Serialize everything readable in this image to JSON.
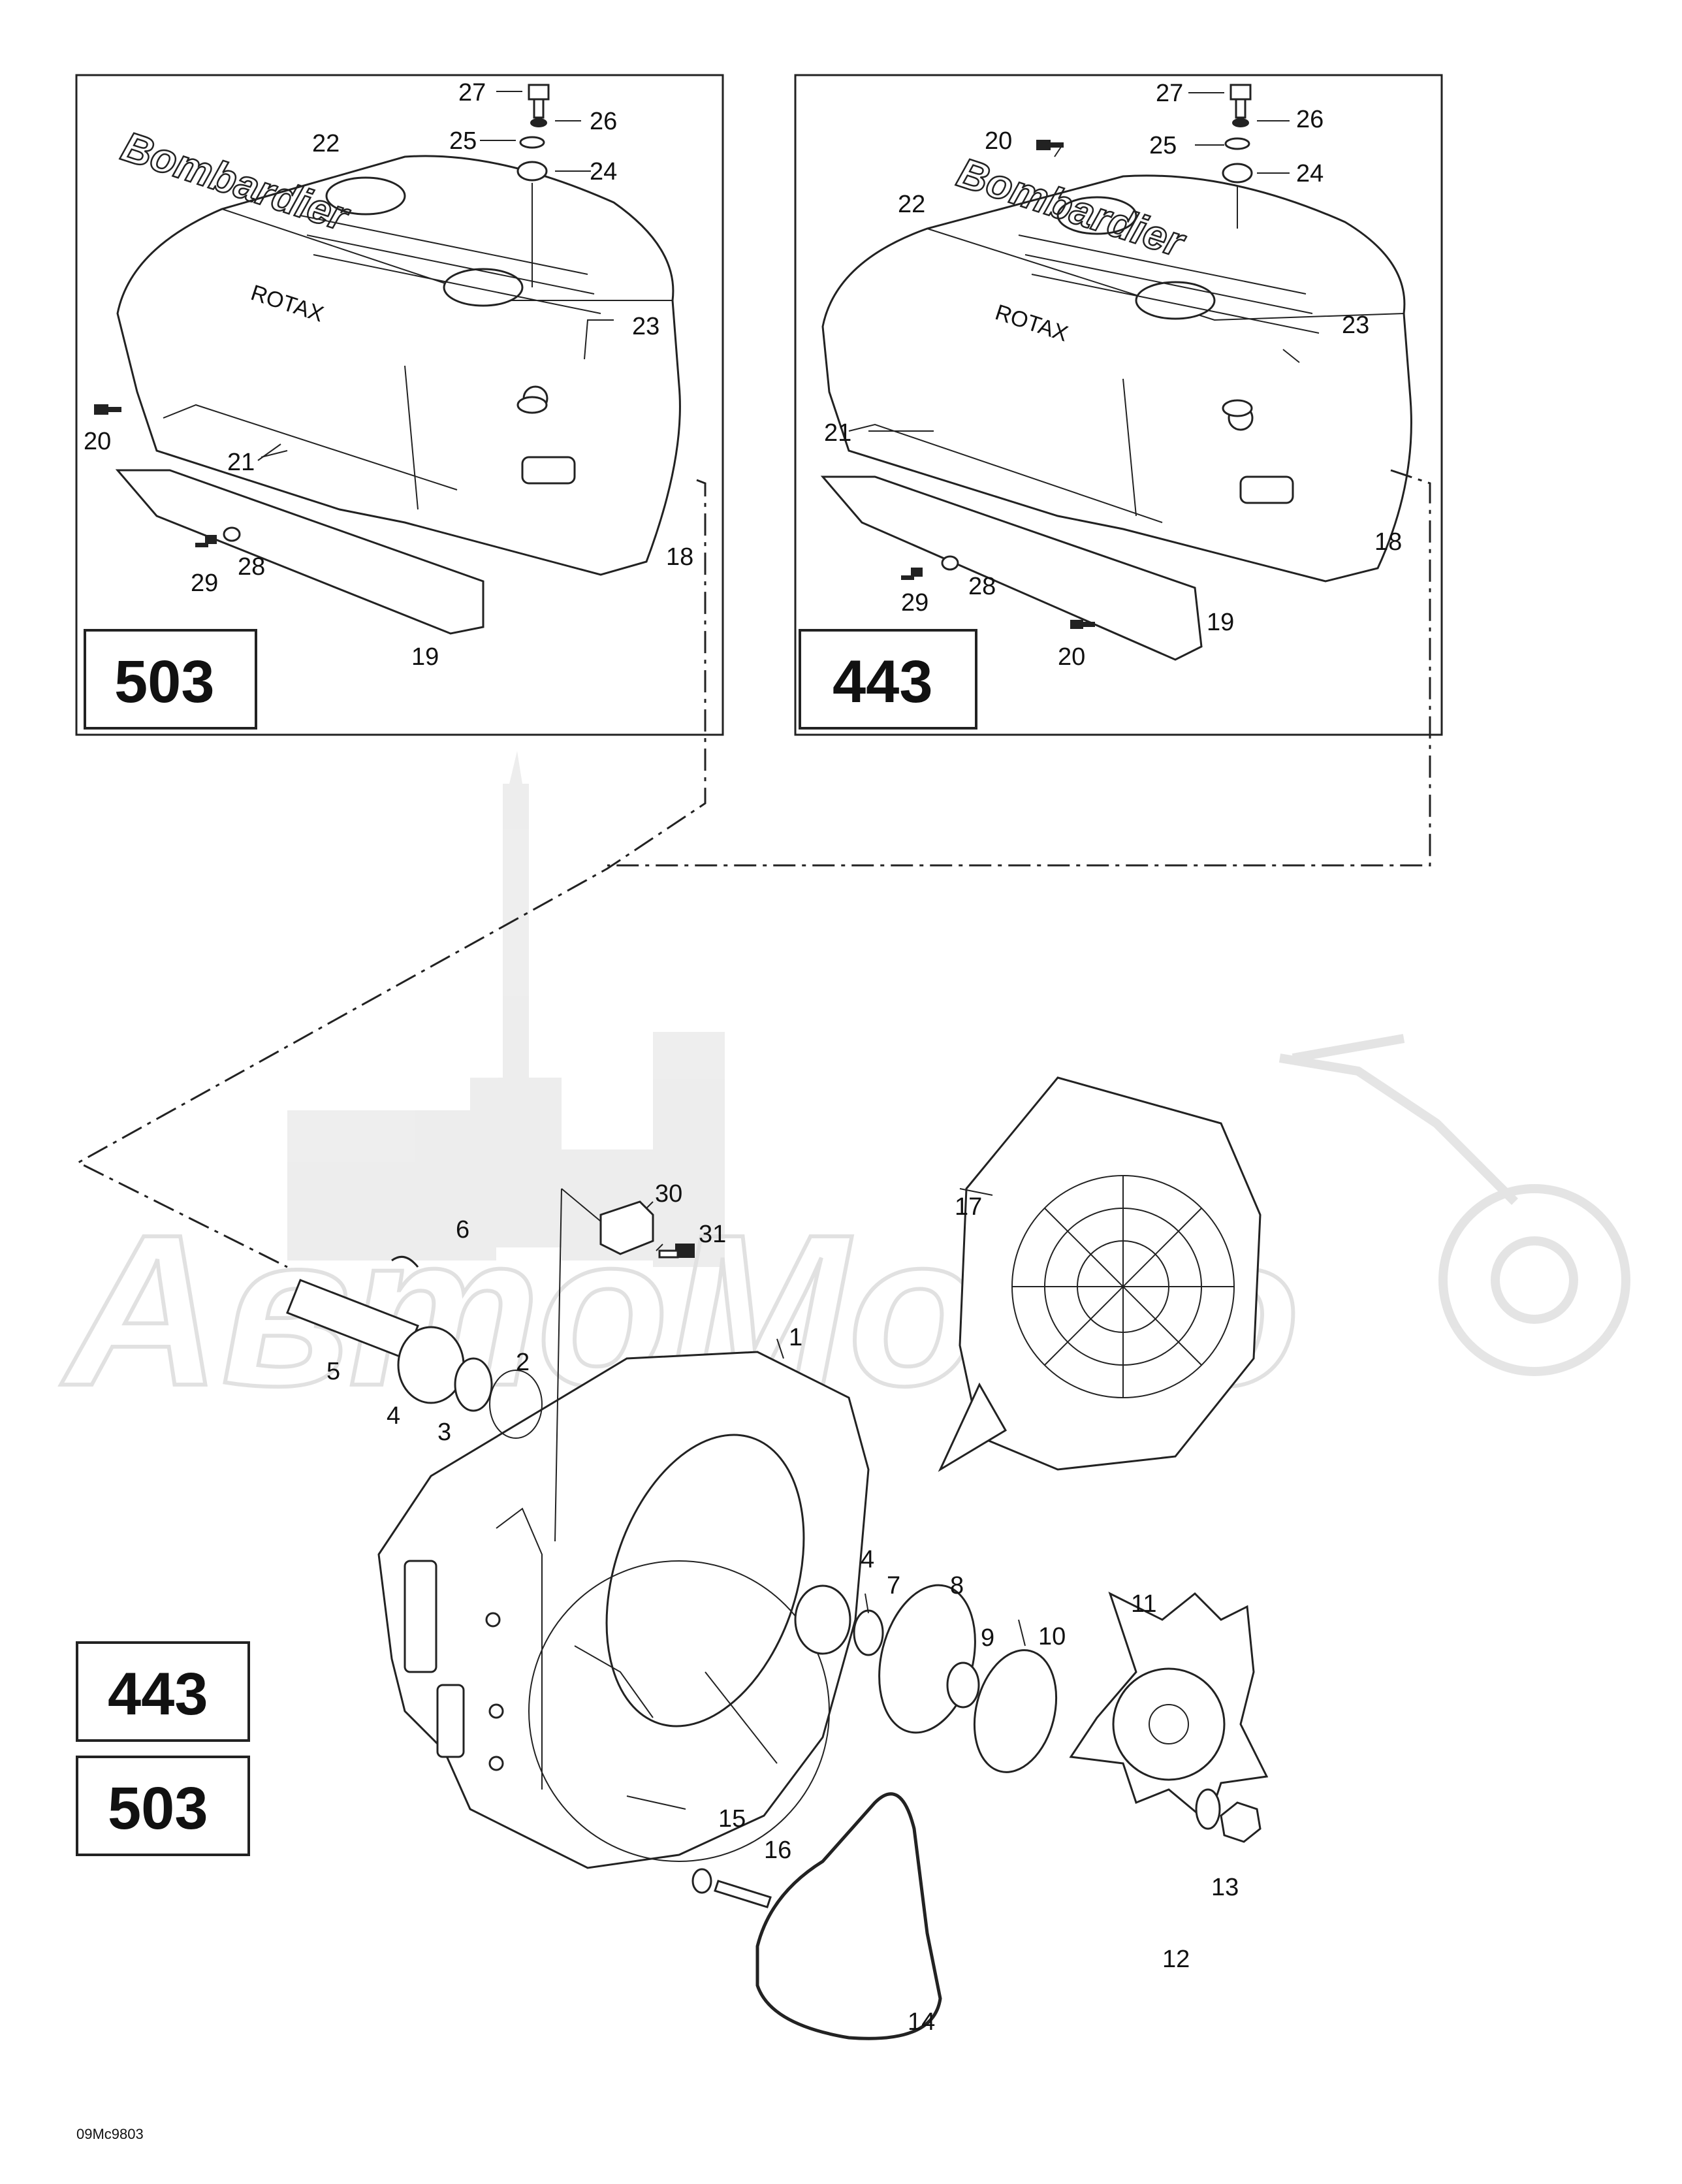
{
  "diagram": {
    "panels": [
      {
        "id": "top-left",
        "model": "503"
      },
      {
        "id": "top-right",
        "model": "443"
      }
    ],
    "bottom_models": [
      "443",
      "503"
    ],
    "brand_text": "Bombardier",
    "sub_brand_text": "ROTAX",
    "watermark_text": "АвтоМото",
    "drawing_code": "09Mc9803",
    "callouts_top_left": [
      "27",
      "26",
      "25",
      "24",
      "22",
      "23",
      "20",
      "21",
      "29",
      "28",
      "18",
      "19"
    ],
    "callouts_top_right": [
      "27",
      "26",
      "20",
      "25",
      "24",
      "22",
      "23",
      "21",
      "18",
      "29",
      "28",
      "19",
      "20"
    ],
    "callouts_bottom": [
      "30",
      "31",
      "6",
      "17",
      "1",
      "2",
      "5",
      "4",
      "3",
      "4",
      "7",
      "8",
      "9",
      "10",
      "11",
      "15",
      "16",
      "13",
      "12",
      "14"
    ]
  }
}
